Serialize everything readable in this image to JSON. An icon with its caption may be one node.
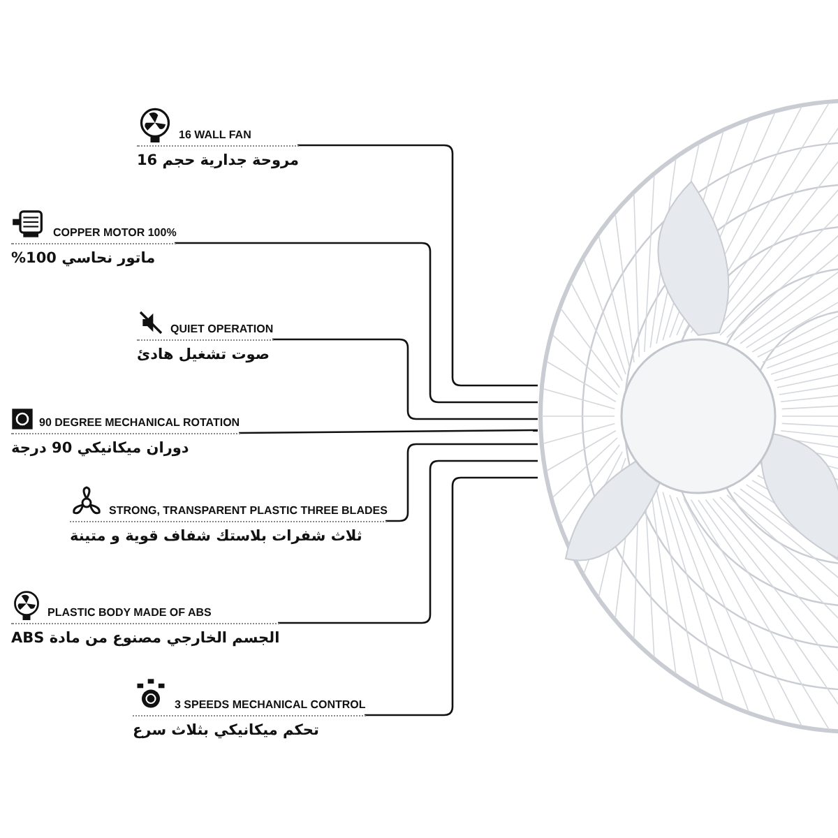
{
  "diagram": {
    "nodes": [
      {
        "text": [
          "16 WALL FAN",
          "مروحة جدارية حجم 16"
        ]
      },
      {
        "text": [
          "COPPER MOTOR 100%",
          "ماتور نحاسي 100%"
        ]
      },
      {
        "text": [
          "QUIET OPERATION",
          "صوت تشغيل هادئ"
        ]
      },
      {
        "text": [
          "90 DEGREE MECHANICAL ROTATION",
          "دوران ميكانيكي 90 درجة"
        ]
      },
      {
        "text": [
          "STRONG, TRANSPARENT PLASTIC THREE BLADES",
          "ثلاث شفرات بلاستك شفاف قوية و متينة"
        ]
      },
      {
        "text": [
          "PLASTIC BODY MADE OF ABS",
          "الجسم الخارجي مصنوع من مادة ABS"
        ]
      },
      {
        "text": [
          "3 SPEEDS MECHANICAL CONTROL",
          "تحكم ميكانيكي بثلاث سرع"
        ]
      },
      {
        "text": [],
        "shape": "picture"
      }
    ],
    "edges": [
      {
        "from": 0,
        "to": 7,
        "arrow": "none"
      },
      {
        "from": 1,
        "to": 7,
        "arrow": "none"
      },
      {
        "from": 2,
        "to": 7,
        "arrow": "none"
      },
      {
        "from": 3,
        "to": 7,
        "arrow": "none"
      },
      {
        "from": 4,
        "to": 7,
        "arrow": "none"
      },
      {
        "from": 5,
        "to": 7,
        "arrow": "none"
      },
      {
        "from": 6,
        "to": 7,
        "arrow": "none"
      }
    ]
  }
}
